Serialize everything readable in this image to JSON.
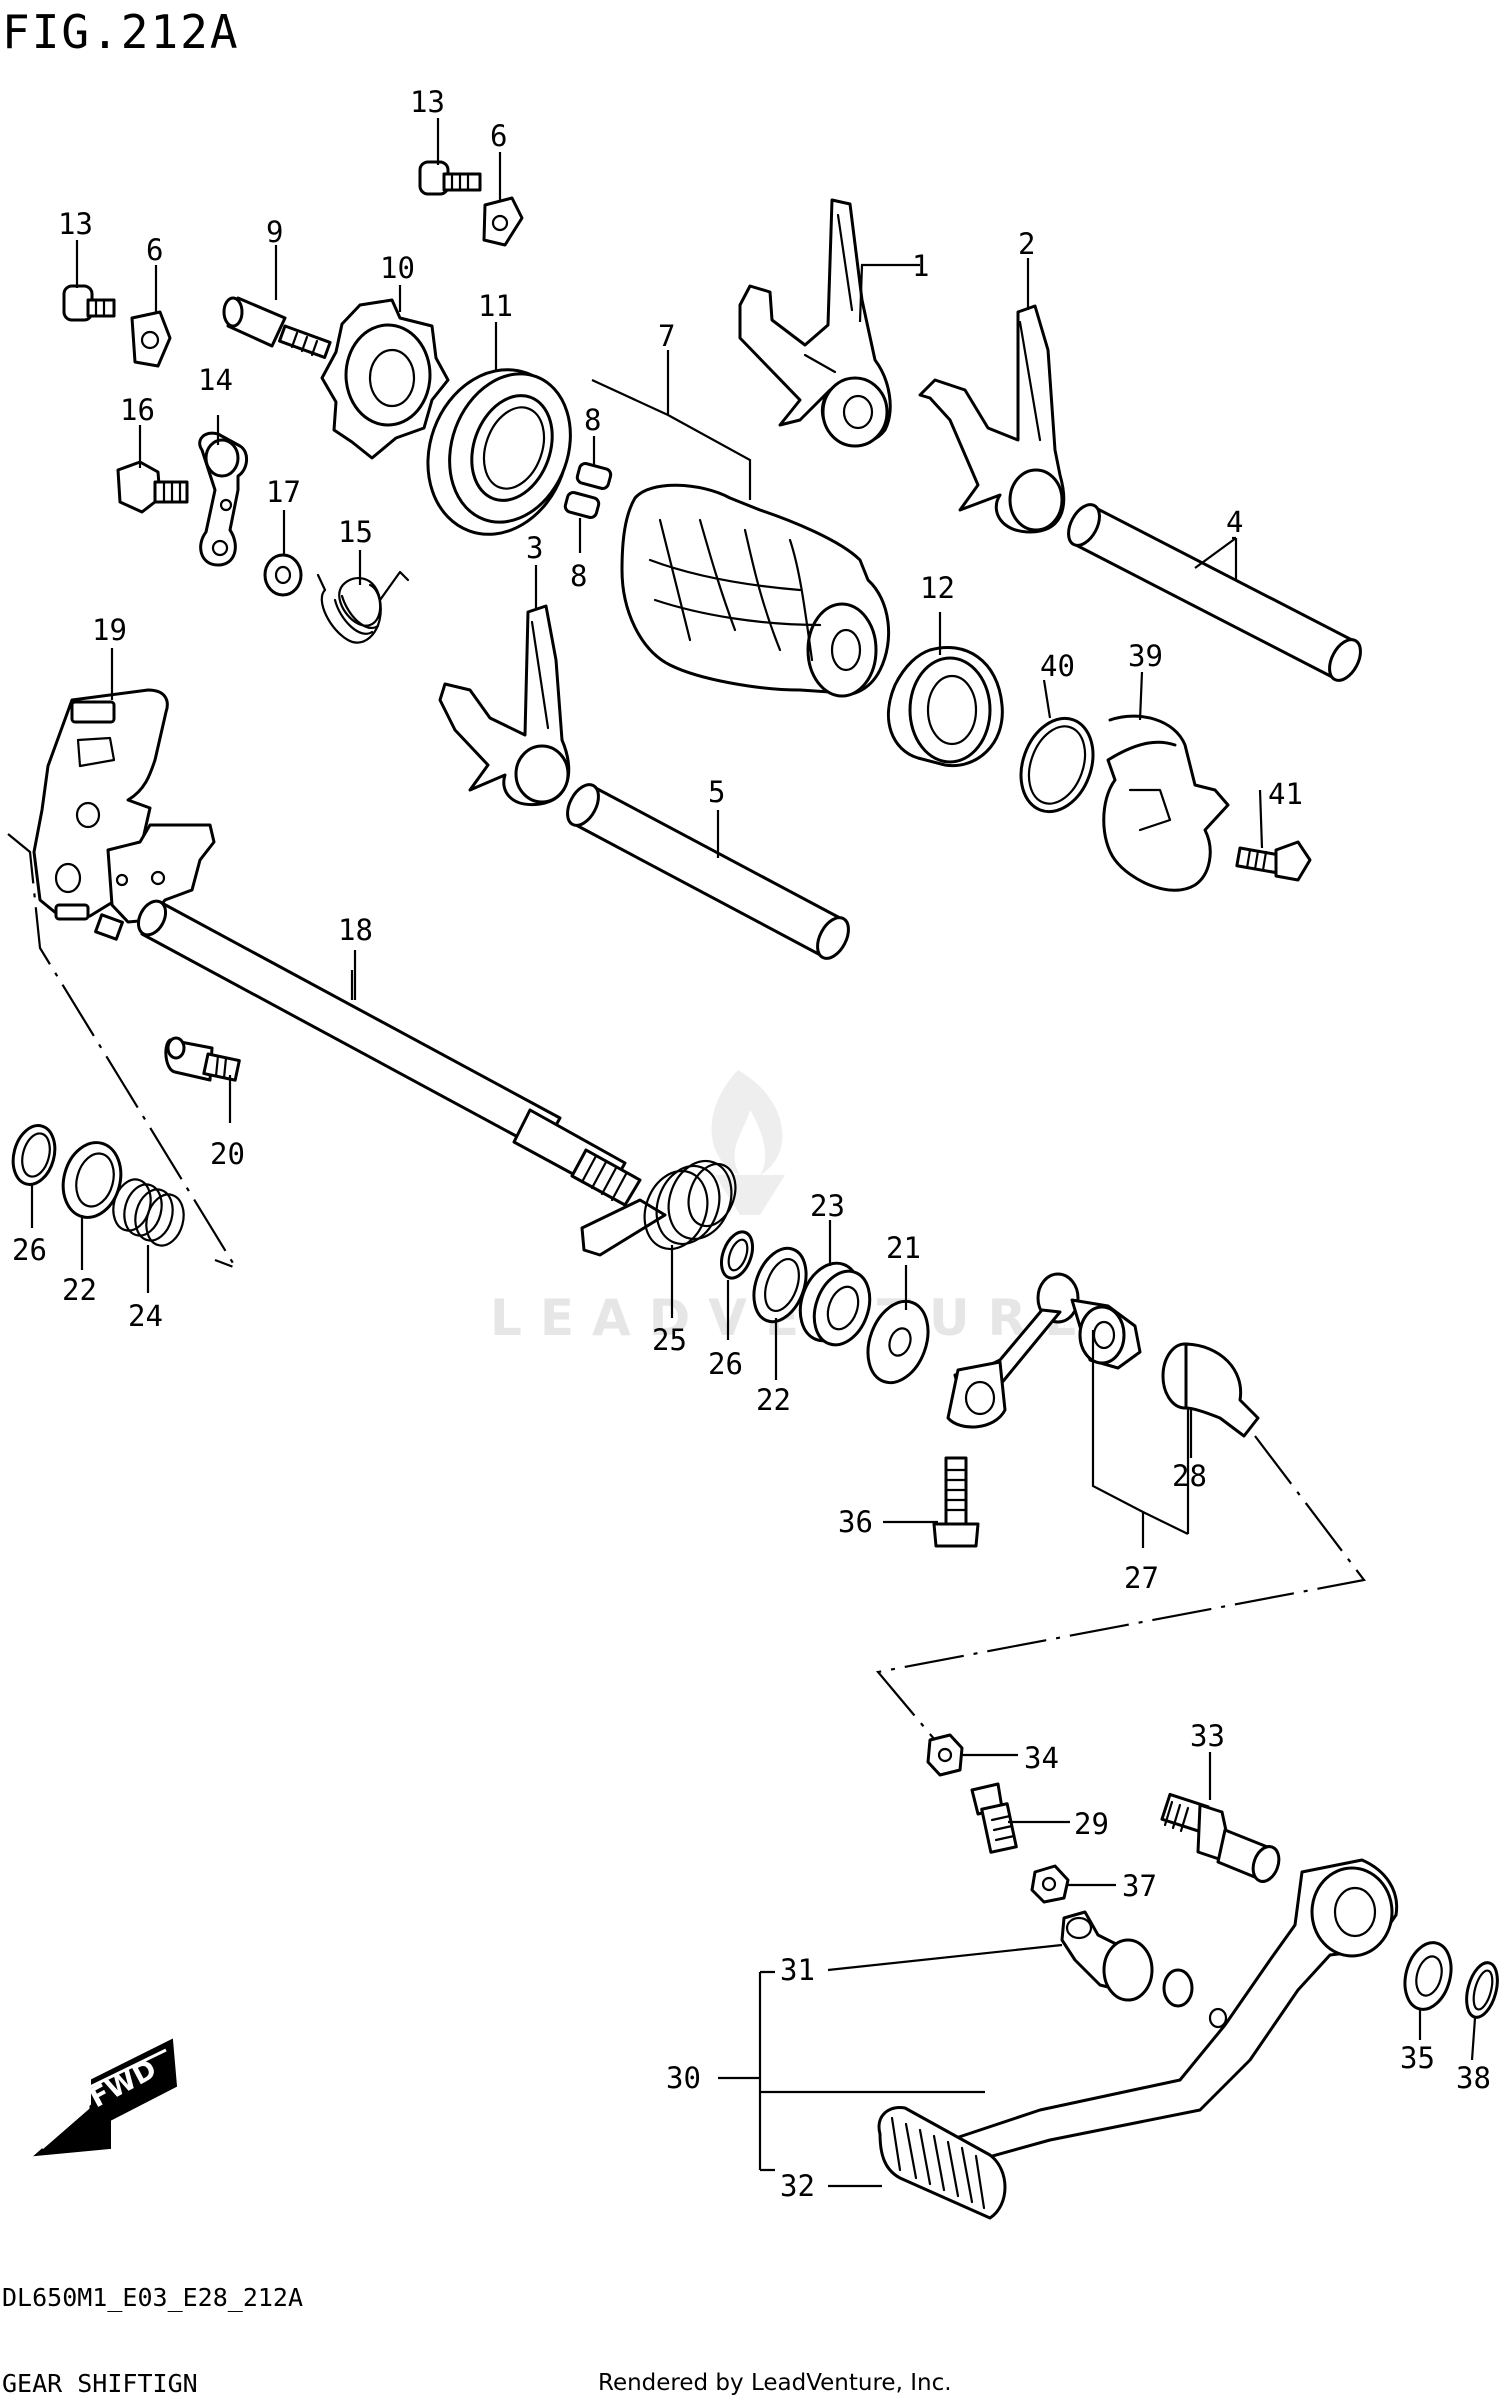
{
  "figure_title": "FIG.212A",
  "diagram_code": "DL650M1_E03_E28_212A",
  "diagram_name": "GEAR SHIFTIGN",
  "render_credit": "Rendered by LeadVenture, Inc.",
  "watermark": "LEADVENTURE",
  "direction_label": "FWD",
  "callouts": {
    "c1": "1",
    "c2": "2",
    "c3": "3",
    "c4": "4",
    "c5": "5",
    "c6a": "6",
    "c6b": "6",
    "c7": "7",
    "c8a": "8",
    "c8b": "8",
    "c9": "9",
    "c10": "10",
    "c11": "11",
    "c12": "12",
    "c13a": "13",
    "c13b": "13",
    "c14": "14",
    "c15": "15",
    "c16": "16",
    "c17": "17",
    "c18": "18",
    "c19": "19",
    "c20": "20",
    "c21": "21",
    "c22a": "22",
    "c22b": "22",
    "c23": "23",
    "c24": "24",
    "c25": "25",
    "c26a": "26",
    "c26b": "26",
    "c27": "27",
    "c28": "28",
    "c29": "29",
    "c30": "30",
    "c31": "31",
    "c32": "32",
    "c33": "33",
    "c34": "34",
    "c35": "35",
    "c36": "36",
    "c37": "37",
    "c38": "38",
    "c39": "39",
    "c40": "40",
    "c41": "41"
  }
}
